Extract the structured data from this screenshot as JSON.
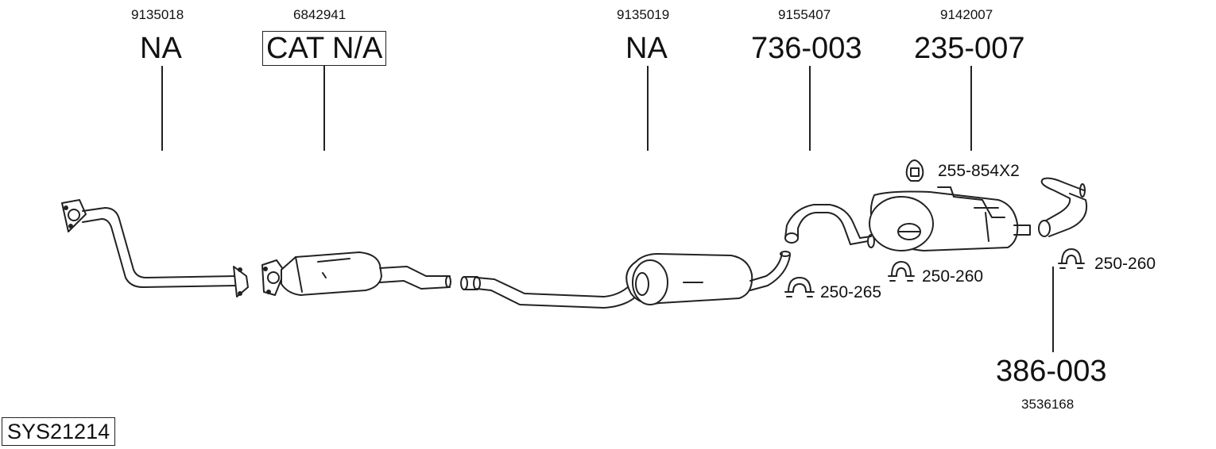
{
  "parts": [
    {
      "ref": "9135018",
      "code": "NA"
    },
    {
      "ref": "6842941",
      "code": "CAT N/A"
    },
    {
      "ref": "9135019",
      "code": "NA"
    },
    {
      "ref": "9155407",
      "code": "736-003"
    },
    {
      "ref": "9142007",
      "code": "235-007"
    },
    {
      "ref": "3536168",
      "code": "386-003"
    }
  ],
  "fittings": {
    "hanger": "255-854X2",
    "clamp_1": "250-265",
    "clamp_2": "250-260",
    "clamp_3": "250-260"
  },
  "system_id": "SYS21214"
}
